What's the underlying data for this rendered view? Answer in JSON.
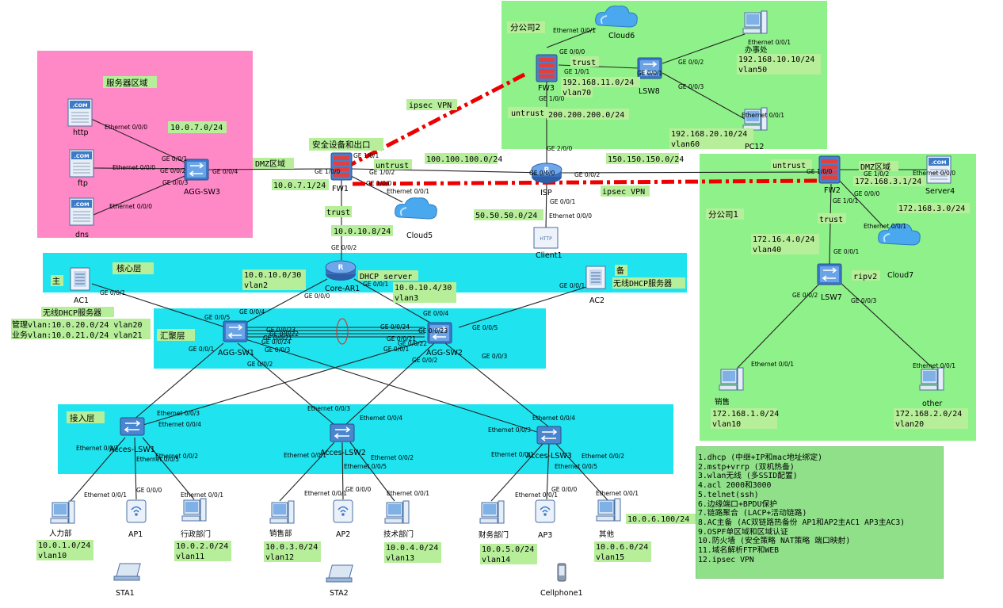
{
  "colors": {
    "server_area": "#ff88c6",
    "branch": "#8ff18a",
    "core_band": "#1fe4f0",
    "label_bg": "#b6ee9a",
    "ipsec_line": "#ee0000",
    "device": "#3c78c8"
  },
  "areas": {
    "server": "服务器区域",
    "security": "安全设备和出口",
    "branch2": "分公司2",
    "branch1": "分公司1",
    "core": "核心层",
    "agg": "汇聚层",
    "access": "接入层"
  },
  "devices": {
    "http": "http",
    "ftp": "ftp",
    "dns": "dns",
    "agg_sw3": "AGG-SW3",
    "fw1": "FW1",
    "cloud5": "Cloud5",
    "core_ar1": "Core-AR1",
    "isp": "ISP",
    "client1": "Client1",
    "cloud6": "Cloud6",
    "fw3": "FW3",
    "lsw8": "LSW8",
    "office": "办事处",
    "pc12": "PC12",
    "fw2": "FW2",
    "server4": "Server4",
    "cloud7": "Cloud7",
    "lsw7": "LSW7",
    "sales1": "销售",
    "other": "other",
    "ac1": "AC1",
    "ac2": "AC2",
    "agg_sw1": "AGG-SW1",
    "agg_sw2": "AGG-SW2",
    "acc_lsw1": "Acces-LSW1",
    "acc_lsw2": "Acces-LSW2",
    "acc_lsw3": "Acces-LSW3",
    "hr": "人力部",
    "ap1": "AP1",
    "admin": "行政部门",
    "sales2": "销售部",
    "ap2": "AP2",
    "tech": "技术部门",
    "finance": "财务部门",
    "ap3": "AP3",
    "others": "其他",
    "sta1": "STA1",
    "sta2": "STA2",
    "cellphone1": "Cellphone1"
  },
  "ports": {
    "http_e000": "Ethernet 0/0/0",
    "ftp_e000": "Ethernet 0/0/0",
    "dns_e000": "Ethernet 0/0/0",
    "sw3_ge001": "GE 0/0/1",
    "sw3_ge002": "GE 0/0/2",
    "sw3_ge003": "GE 0/0/3",
    "sw3_ge004": "GE 0/0/4",
    "fw1_ge100": "GE 1/0/0",
    "fw1_ge101": "GE 1/0/1",
    "fw1_ge102": "GE 1/0/2",
    "fw1_ge1000": "GE 1/0/0",
    "cloud5_e001": "Ethernet 0/0/1",
    "ar1_ge002": "GE 0/0/2",
    "ar1_ge000": "GE 0/0/0",
    "ar1_ge001": "GE 0/0/1",
    "isp_ge001": "GE 0/0/1",
    "isp_ge000": "GE 0/0/0",
    "isp_ge002": "GE 0/0/2",
    "isp_ge200": "GE 2/0/0",
    "client1_e000": "Ethernet 0/0/0",
    "cloud6_e001": "Ethernet 0/0/1",
    "fw3_ge000": "GE 0/0/0",
    "fw3_ge101": "GE 1/0/1",
    "fw3_ge100": "GE 1/0/0",
    "lsw8_ge001": "GE 0/0/1",
    "lsw8_ge002": "GE 0/0/2",
    "lsw8_ge003": "GE 0/0/3",
    "office_e001": "Ethernet 0/0/1",
    "pc12_e001": "Ethernet 0/0/1",
    "fw2_ge100": "GE 1/0/0",
    "fw2_ge102": "GE 1/0/2",
    "fw2_ge000": "GE 0/0/0",
    "fw2_ge101": "GE 1/0/1",
    "server4_e000": "Ethernet 0/0/0",
    "cloud7_e001": "Ethernet 0/0/1",
    "lsw7_ge001": "GE 0/0/1",
    "lsw7_ge002": "GE 0/0/2",
    "lsw7_ge003": "GE 0/0/3",
    "sales1_e001": "Ethernet 0/0/1",
    "other_e001": "Ethernet 0/0/1",
    "ac1_ge001": "GE 0/0/1",
    "ac2_ge001": "GE 0/0/1",
    "sw1_ge005": "GE 0/0/5",
    "sw1_ge004": "GE 0/0/4",
    "sw1_ge0023": "GE 0/0/23",
    "sw1_ge0022": "GE 0/0/22",
    "sw1_ge0021": "GE 0/0/21",
    "sw1_ge0024": "GE 0/0/24",
    "sw1_ge001": "GE 0/0/1",
    "sw1_ge003": "GE 0/0/3",
    "sw1_ge002": "GE 0/0/2",
    "sw2_ge004": "GE 0/0/4",
    "sw2_ge005": "GE 0/0/5",
    "sw2_ge0024": "GE 0/0/24",
    "sw2_ge0023": "GE 0/0/23",
    "sw2_ge0021": "GE 0/0/21",
    "sw2_ge0022": "GE 0/0/22",
    "sw2_ge001": "GE 0/0/1",
    "sw2_ge002": "GE 0/0/2",
    "sw2_ge003": "GE 0/0/3",
    "l1_e003": "Ethernet 0/0/3",
    "l1_e004": "Ethernet 0/0/4",
    "l1_e001": "Ethernet 0/0/1",
    "l1_e005": "Ethernet 0/0/5",
    "l1_e002": "Ethernet 0/0/2",
    "l2_e003": "Ethernet 0/0/3",
    "l2_e004": "Ethernet 0/0/4",
    "l2_e001": "Ethernet 0/0/1",
    "l2_e005": "Ethernet 0/0/5",
    "l2_e002": "Ethernet 0/0/2",
    "l3_e004": "Ethernet 0/0/4",
    "l3_e003": "Ethernet 0/0/3",
    "l3_e001": "Ethernet 0/0/1",
    "l3_e005": "Ethernet 0/0/5",
    "l3_e002": "Ethernet 0/0/2",
    "hr_e001": "Ethernet 0/0/1",
    "ap1_ge000": "GE 0/0/0",
    "admin_e001": "Ethernet 0/0/1",
    "sales2_e001": "Ethernet 0/0/1",
    "ap2_ge000": "GE 0/0/0",
    "tech_e001": "Ethernet 0/0/1",
    "fin_e001": "Ethernet 0/0/1",
    "ap3_ge000": "GE 0/0/0",
    "oth_e001": "Ethernet 0/0/1"
  },
  "text": {
    "dmz1": "DMZ区域",
    "dmz2": "DMZ区域",
    "trust1": "trust",
    "trust2": "trust",
    "trust3": "trust",
    "untrust1": "untrust",
    "untrust2": "untrust",
    "untrust3": "untrust",
    "ipsec1": "ipsec VPN",
    "ipsec2": "ipsec VPN",
    "dhcp_server": "DHCP server",
    "ripv2": "ripv2",
    "main": "主",
    "backup": "备",
    "ac2_note": "无线DHCP服务器",
    "ac1_note": "无线DHCP服务器",
    "mgmt_vlan": "管理vlan:10.0.20.0/24 vlan20",
    "biz_vlan": "业务vlan:10.0.21.0/24 vlan21"
  },
  "nets": {
    "srv_net": "10.0.7.0/24",
    "fw1_net": "10.0.7.1/24",
    "fw1_ar1": "10.0.10.8/24",
    "isp_left": "100.100.100.0/24",
    "isp_right": "150.150.150.0/24",
    "isp_up": "200.200.200.0/24",
    "isp_down": "50.50.50.0/24",
    "fw3_lsw8": "192.168.11.0/24",
    "vlan70": "vlan70",
    "office_net": "192.168.10.10/24",
    "vlan50": "vlan50",
    "pc12_net": "192.168.20.10/24",
    "vlan60": "vlan60",
    "fw2_srv": "172.168.3.1/24",
    "fw2_cloud": "172.168.3.0/24",
    "fw2_lsw7": "172.16.4.0/24",
    "vlan40": "vlan40",
    "sales1_net": "172.168.1.0/24",
    "vlan10b": "vlan10",
    "other_net": "172.168.2.0/24",
    "vlan20b": "vlan20",
    "ar1_sw1": "10.0.10.0/30",
    "vlan2": "vlan2",
    "ar1_sw2": "10.0.10.4/30",
    "vlan3": "vlan3",
    "hr_net": "10.0.1.0/24",
    "vlan10": "vlan10",
    "admin_net": "10.0.2.0/24",
    "vlan11": "vlan11",
    "sales2_net": "10.0.3.0/24",
    "vlan12": "vlan12",
    "tech_net": "10.0.4.0/24",
    "vlan13": "vlan13",
    "fin_net": "10.0.5.0/24",
    "vlan14": "vlan14",
    "oth_net": "10.0.6.0/24",
    "vlan15": "vlan15",
    "oth_gw": "10.0.6.100/24"
  },
  "notes": [
    "1.dhcp (中继+IP和mac地址绑定)",
    "2.mstp+vrrp (双机热备)",
    "3.wlan无线 (多SSID配置)",
    "4.acl 2000和3000",
    "5.telnet(ssh)",
    "6.边缘端口+BPDU保护",
    "7.链路聚合 (LACP+活动链路)",
    "8.AC主备 (AC双链路热备份 AP1和AP2主AC1 AP3主AC3)",
    "9.OSPF单区域和区域认证",
    "10.防火墙 (安全策略 NAT策略 端口映射)",
    "11.域名解析FTP和WEB",
    "12.ipsec VPN"
  ]
}
